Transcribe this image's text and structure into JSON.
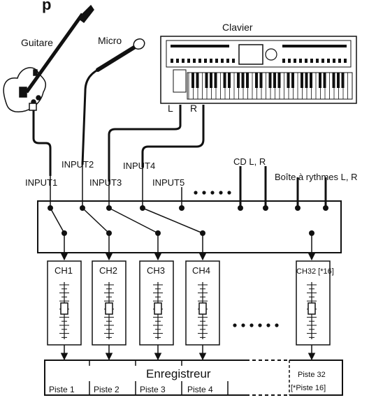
{
  "header_fragment": "p",
  "sources": {
    "guitar": "Guitare",
    "mic": "Micro",
    "keyboard": "Clavier",
    "kbd_left": "L",
    "kbd_right": "R"
  },
  "inputs": {
    "input1": "INPUT1",
    "input2": "INPUT2",
    "input3": "INPUT3",
    "input4": "INPUT4",
    "input5": "INPUT5",
    "cd": "CD L, R",
    "drum": "Boîte à rythmes L, R"
  },
  "channels": {
    "ch1": "CH1",
    "ch2": "CH2",
    "ch3": "CH3",
    "ch4": "CH4",
    "ch32": "CH32 [*16]"
  },
  "recorder": {
    "title": "Enregistreur",
    "tracks": [
      "Piste 1",
      "Piste 2",
      "Piste 3",
      "Piste 4"
    ],
    "last_track": "Piste 32",
    "last_track_alt": "[*Piste 16]"
  }
}
